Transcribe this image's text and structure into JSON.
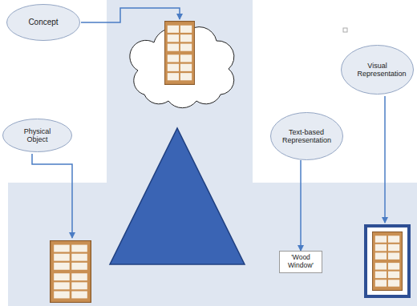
{
  "diagram": {
    "nodes": [
      {
        "text": [
          "Concept"
        ]
      },
      {
        "text": [
          "Physical Object"
        ]
      },
      {
        "text": [
          "Text-based Representation"
        ]
      },
      {
        "text": [
          "Visual Representation"
        ]
      },
      {
        "text": [
          "'Wood Window'"
        ]
      }
    ],
    "edges": [
      {
        "from": 2,
        "to": 4,
        "arrow": "to"
      }
    ]
  }
}
